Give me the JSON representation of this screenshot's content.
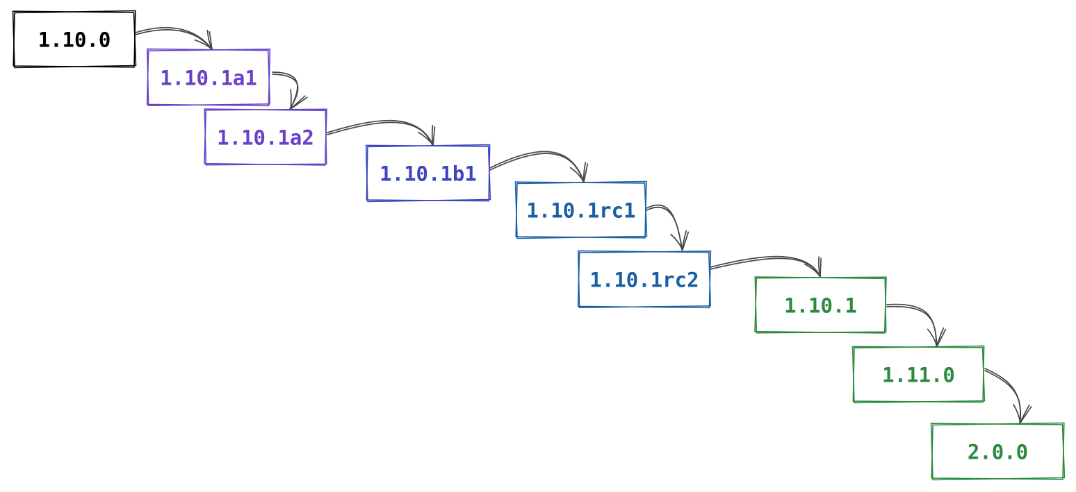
{
  "diagram": {
    "colors": {
      "release": "#000000",
      "alpha": "#6741c9",
      "beta": "#3c44c0",
      "release_candidate": "#1a5fa3",
      "final": "#2b8a3e",
      "arrow": "#45474d"
    },
    "nodes": [
      {
        "id": "n1",
        "label": "1.10.0",
        "kind": "release"
      },
      {
        "id": "n2",
        "label": "1.10.1a1",
        "kind": "alpha"
      },
      {
        "id": "n3",
        "label": "1.10.1a2",
        "kind": "alpha"
      },
      {
        "id": "n4",
        "label": "1.10.1b1",
        "kind": "beta"
      },
      {
        "id": "n5",
        "label": "1.10.1rc1",
        "kind": "release_candidate"
      },
      {
        "id": "n6",
        "label": "1.10.1rc2",
        "kind": "release_candidate"
      },
      {
        "id": "n7",
        "label": "1.10.1",
        "kind": "final"
      },
      {
        "id": "n8",
        "label": "1.11.0",
        "kind": "final"
      },
      {
        "id": "n9",
        "label": "2.0.0",
        "kind": "final"
      }
    ],
    "edges": [
      {
        "from": "n1",
        "to": "n2"
      },
      {
        "from": "n2",
        "to": "n3"
      },
      {
        "from": "n3",
        "to": "n4"
      },
      {
        "from": "n4",
        "to": "n5"
      },
      {
        "from": "n5",
        "to": "n6"
      },
      {
        "from": "n6",
        "to": "n7"
      },
      {
        "from": "n7",
        "to": "n8"
      },
      {
        "from": "n8",
        "to": "n9"
      }
    ]
  }
}
